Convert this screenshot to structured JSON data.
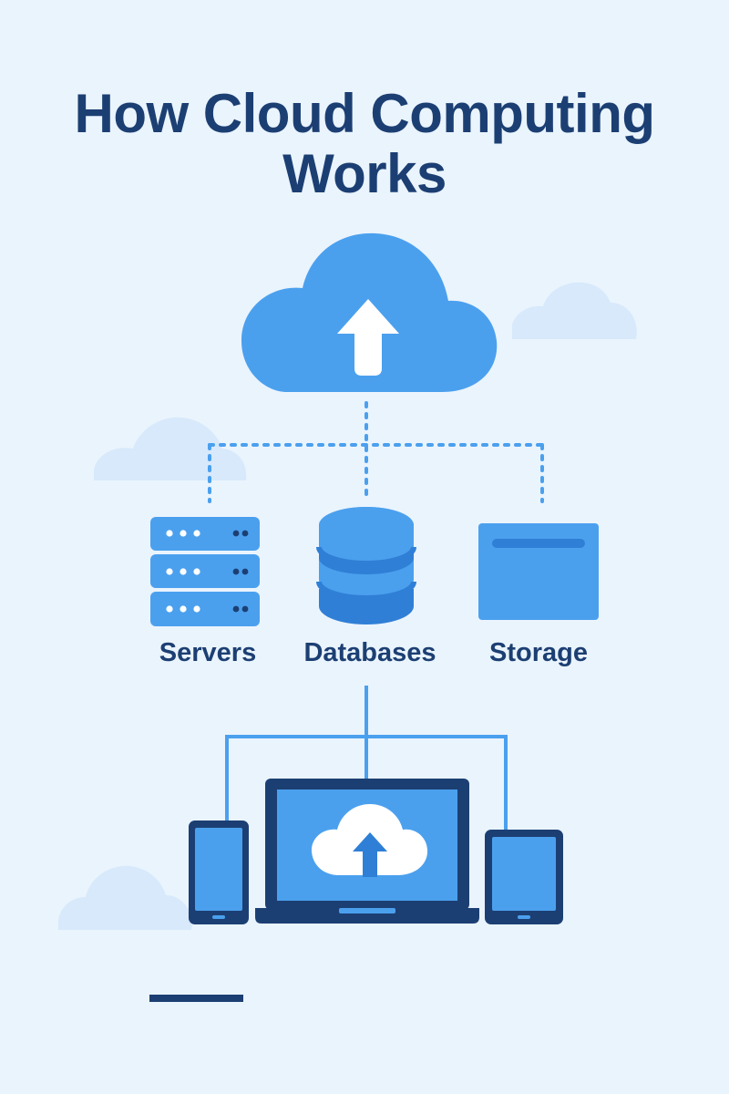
{
  "title": {
    "line1": "How Cloud Computing",
    "line2": "Works"
  },
  "resources": [
    {
      "label": "Servers",
      "icon": "server-rack-icon"
    },
    {
      "label": "Databases",
      "icon": "database-icon"
    },
    {
      "label": "Storage",
      "icon": "storage-icon"
    }
  ],
  "cloud": {
    "icon": "cloud-upload-icon"
  },
  "devices": [
    {
      "icon": "smartphone-icon"
    },
    {
      "icon": "laptop-icon"
    },
    {
      "icon": "tablet-icon"
    }
  ],
  "colors": {
    "background": "#eaf4fd",
    "primary": "#4ba0ee",
    "primary_dark": "#2f7fd6",
    "navy": "#1c3f73",
    "light_cloud": "#d7e9fb"
  }
}
